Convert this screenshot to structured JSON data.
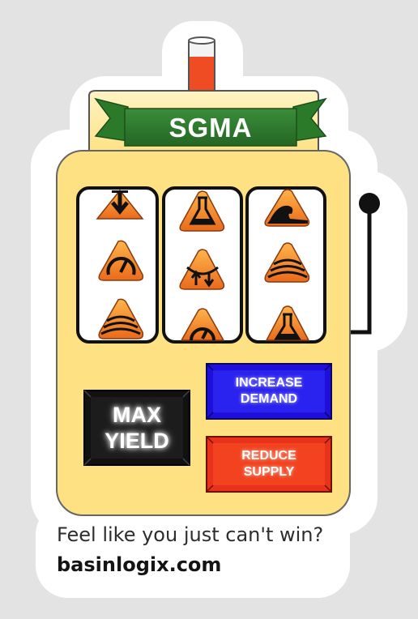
{
  "sticker": {
    "title": "SGMA",
    "tagline": "Feel like you just can't win?",
    "website": "basinlogix.com"
  },
  "reels": [
    [
      "down-arrow-icon",
      "gauge-icon",
      "water-waves-icon"
    ],
    [
      "flask-icon",
      "basin-arrows-icon",
      "gauge-icon"
    ],
    [
      "wave-icon",
      "water-waves-icon",
      "flask-icon"
    ]
  ],
  "buttons": {
    "max_yield": "MAX\nYIELD",
    "increase_demand": "INCREASE\nDEMAND",
    "reduce_supply": "REDUCE\nSUPPLY"
  },
  "colors": {
    "machine_body": "#fde183",
    "banner_green": "#2d7a2e",
    "increase_button": "#1e10d8",
    "reduce_button": "#e8321c",
    "max_yield_button": "#111111",
    "reel_icon_orange": "#ef8a25"
  }
}
